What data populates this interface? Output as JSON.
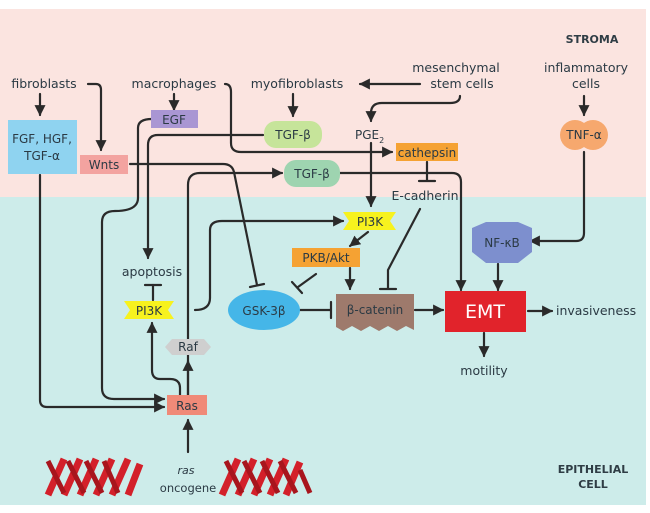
{
  "diagram": {
    "regions": {
      "stroma": "STROMA",
      "epithelial_line1": "EPITHELIAL",
      "epithelial_line2": "CELL"
    },
    "sources": {
      "fibroblasts": "fibroblasts",
      "macrophages": "macrophages",
      "myofibroblasts": "myofibroblasts",
      "msc_line1": "mesenchymal",
      "msc_line2": "stem cells",
      "inflammatory_line1": "inflammatory",
      "inflammatory_line2": "cells"
    },
    "nodes": {
      "fgf_line1": "FGF, HGF,",
      "fgf_line2": "TGF-α",
      "wnts": "Wnts",
      "egf": "EGF",
      "tgfb_upper": "TGF-β",
      "tgfb_lower": "TGF-β",
      "pge2": "PGE",
      "pge2_sub": "2",
      "cathepsin": "cathepsin",
      "tnfa": "TNF-α",
      "ecadherin": "E-cadherin",
      "pi3k_center": "PI3K",
      "pi3k_left": "PI3K",
      "pkb_akt": "PKB/Akt",
      "nfkb": "NF-κB",
      "apoptosis": "apoptosis",
      "gsk3b": "GSK-3β",
      "bcatenin": "β-catenin",
      "emt": "EMT",
      "invasiveness": "invasiveness",
      "motility": "motility",
      "raf": "Raf",
      "ras": "Ras",
      "ras_gene_italic": "ras",
      "ras_gene": "oncogene"
    },
    "colors": {
      "stroma_bg": "#fbe4e0",
      "epithelial_bg": "#cdecea",
      "fgf_box": "#8fd3f0",
      "wnts_box": "#f3a3a0",
      "egf_box": "#a996d3",
      "tgfb_upper": "#c6e49a",
      "tgfb_lower": "#9ed4b0",
      "cathepsin": "#f5a233",
      "tnfa": "#f6a86e",
      "pi3k": "#f7f21e",
      "pkb_akt": "#f5a233",
      "nfkb": "#7d8fce",
      "gsk3b": "#45b6e8",
      "bcatenin": "#9e7a6c",
      "emt": "#e1232b",
      "raf": "#cfcfcf",
      "ras": "#f08a78",
      "dna": "#d3202a"
    }
  }
}
